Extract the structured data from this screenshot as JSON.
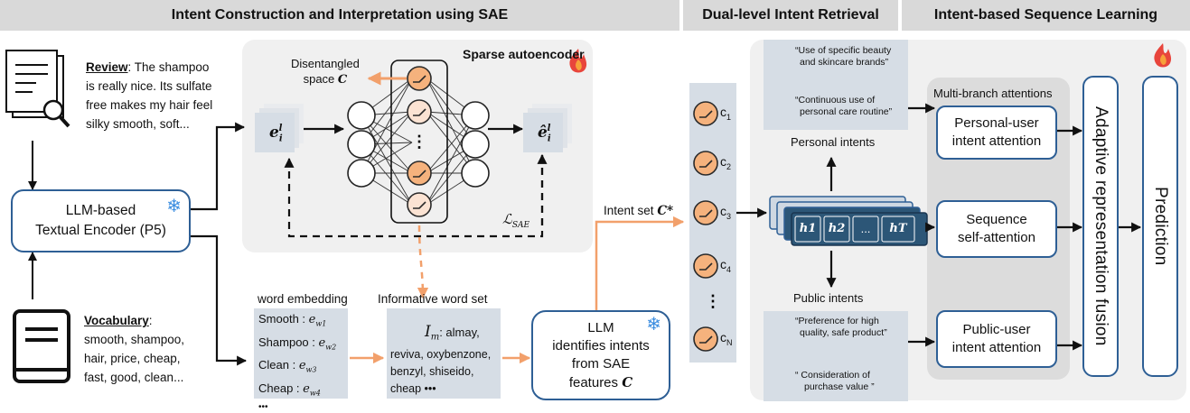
{
  "headers": {
    "section1": "Intent Construction and Interpretation using SAE",
    "section2": "Dual-level Intent Retrieval",
    "section3": "Intent-based Sequence Learning"
  },
  "review": {
    "label": "Review",
    "text_lines": [
      ": The shampoo",
      "is really nice. Its sulfate",
      "free makes my hair feel",
      "silky smooth, soft..."
    ]
  },
  "vocabulary": {
    "label": "Vocabulary",
    "text_lines": [
      ":",
      "smooth,  shampoo,",
      "hair,  price,  cheap,",
      "fast, good, clean..."
    ]
  },
  "encoder": {
    "line1": "LLM-based",
    "line2": "Textual Encoder (P5)"
  },
  "sae": {
    "title": "Sparse autoencoder",
    "disentangled_line1": "Disentangled",
    "disentangled_line2": "space",
    "space_symbol": "C",
    "input_symbol": "e",
    "output_symbol": "ê",
    "loss_label": "ℒ",
    "loss_sub": "SAE"
  },
  "word_embedding": {
    "title": "word embedding",
    "items": [
      {
        "word": "Smooth",
        "sub": "1"
      },
      {
        "word": "Shampoo",
        "sub": "2"
      },
      {
        "word": "Clean",
        "sub": "3"
      },
      {
        "word": "Cheap",
        "sub": "4"
      }
    ],
    "ellipsis": "•••"
  },
  "informative": {
    "title": "Informative word set",
    "symbol": "I",
    "symbol_sub": "m",
    "line1": ":  almay,",
    "lines": [
      "reviva,  oxybenzone,",
      "benzyl,  shiseido,",
      "cheap  •••"
    ]
  },
  "llm_box": {
    "line1": "LLM",
    "line2": "identifies intents",
    "line3": "from SAE",
    "line4": "features"
  },
  "intent_set": {
    "label": "Intent set",
    "symbol": "C*"
  },
  "intents": {
    "labels": [
      "c1",
      "c2",
      "c3",
      "c4",
      "cN"
    ]
  },
  "personal": {
    "quote1_line1": "Use of specific beauty",
    "quote1_line2": "and skincare brands",
    "quote2_line1": "Continuous use of",
    "quote2_line2": "personal care routine",
    "label": "Personal intents"
  },
  "public": {
    "label": "Public intents",
    "quote1_line1": "Preference for high",
    "quote1_line2": "quality, safe product",
    "quote2_line1": "Consideration of",
    "quote2_line2": "purchase value"
  },
  "sequence": {
    "tokens": [
      "h1",
      "h2",
      "...",
      "hT"
    ]
  },
  "attention": {
    "title": "Multi-branch attentions",
    "personal_line1": "Personal-user",
    "personal_line2": "intent attention",
    "seq_line1": "Sequence",
    "seq_line2": "self-attention",
    "public_line1": "Public-user",
    "public_line2": "intent attention"
  },
  "fusion": {
    "label": "Adaptive representation fusion"
  },
  "prediction": {
    "label": "Prediction"
  },
  "colors": {
    "accent_blue": "#2e5f95",
    "orange": "#f2a06b",
    "neuron_orange": "#f5b27d",
    "panel_gray": "#d6dde5"
  }
}
